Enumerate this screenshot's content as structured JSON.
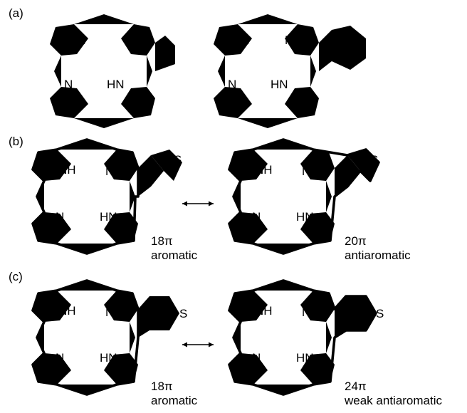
{
  "panels": [
    {
      "label": "(a)"
    },
    {
      "label": "(b)",
      "left_caption": [
        "18π",
        "aromatic"
      ],
      "right_caption": [
        "20π",
        "antiaromatic"
      ]
    },
    {
      "label": "(c)",
      "left_caption": [
        "18π",
        "aromatic"
      ],
      "right_caption": [
        "24π",
        "weak antiaromatic"
      ]
    }
  ],
  "atoms": {
    "nh": "NH",
    "n": "N",
    "hn": "HN",
    "s": "S"
  },
  "arrow": "resonance-double-arrow"
}
